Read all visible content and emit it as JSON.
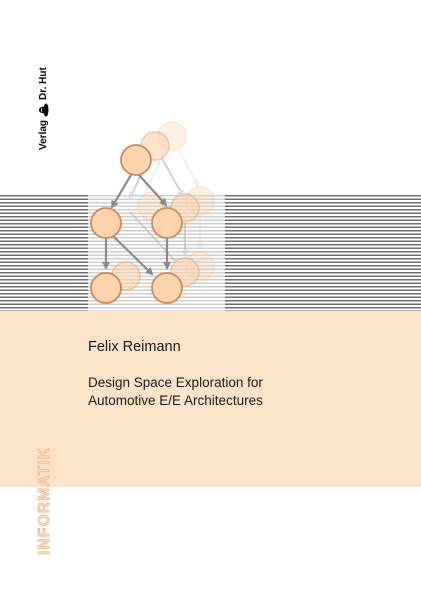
{
  "publisher": {
    "line1": "Verlag",
    "line2": "Dr. Hut"
  },
  "author": "Felix Reimann",
  "title": {
    "line1": "Design Space Exploration for",
    "line2": "Automotive E/E Architectures"
  },
  "series": "INFORMATIK",
  "colors": {
    "peach": "#fae3c8",
    "node_fill": "#fbd3ad",
    "node_stroke": "#d6956a",
    "stripe": "#6e6e6e"
  }
}
